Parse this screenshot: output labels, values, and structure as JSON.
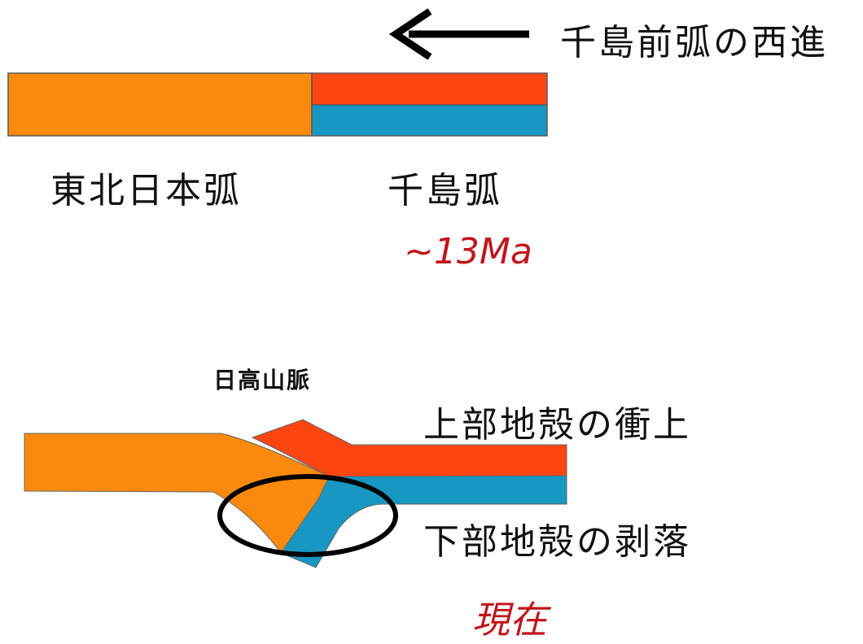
{
  "top_panel": {
    "arrow_label": "千島前弧の西進",
    "left_block_label": "東北日本弧",
    "right_block_label": "千島弧",
    "age_label": "~13Ma"
  },
  "bottom_panel": {
    "range_label": "日高山脈",
    "upper_crust_label": "上部地殻の衝上",
    "lower_crust_label": "下部地殻の剥落",
    "age_label": "現在"
  },
  "colors": {
    "northeast_japan_arc": "#f98a0e",
    "kuril_upper_crust": "#fc4511",
    "kuril_lower_crust": "#1797c2",
    "annotation_red": "#c0161c",
    "outline": "#000000"
  }
}
